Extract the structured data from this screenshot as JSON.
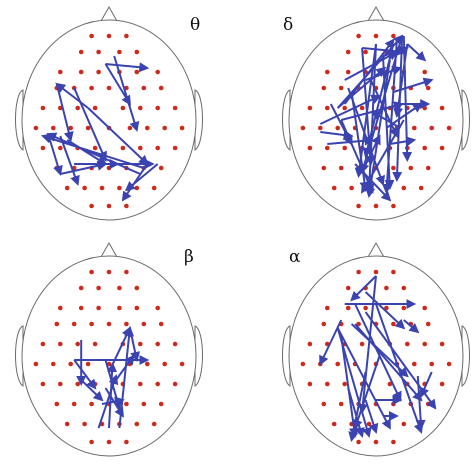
{
  "panels": [
    {
      "id": "theta",
      "label": "θ",
      "connections": [
        [
          0.53,
          0.18
        ],
        [
          0.66,
          0.55
        ],
        [
          0.48,
          0.22
        ],
        [
          0.62,
          0.42
        ],
        [
          0.48,
          0.22
        ],
        [
          0.72,
          0.24
        ],
        [
          0.38,
          0.44
        ],
        [
          0.2,
          0.32
        ],
        [
          0.2,
          0.32
        ],
        [
          0.28,
          0.6
        ],
        [
          0.3,
          0.72
        ],
        [
          0.55,
          0.72
        ],
        [
          0.3,
          0.72
        ],
        [
          0.75,
          0.72
        ],
        [
          0.48,
          0.72
        ],
        [
          0.75,
          0.72
        ],
        [
          0.68,
          0.77
        ],
        [
          0.15,
          0.57
        ],
        [
          0.15,
          0.57
        ],
        [
          0.22,
          0.77
        ],
        [
          0.22,
          0.77
        ],
        [
          0.48,
          0.72
        ],
        [
          0.38,
          0.44
        ],
        [
          0.72,
          0.72
        ],
        [
          0.72,
          0.72
        ],
        [
          0.58,
          0.9
        ],
        [
          0.78,
          0.72
        ],
        [
          0.6,
          0.85
        ],
        [
          0.3,
          0.34
        ],
        [
          0.48,
          0.7
        ],
        [
          0.26,
          0.6
        ],
        [
          0.48,
          0.72
        ],
        [
          0.22,
          0.58
        ],
        [
          0.32,
          0.82
        ],
        [
          0.7,
          0.74
        ],
        [
          0.12,
          0.58
        ]
      ]
    },
    {
      "id": "delta",
      "label": "δ",
      "connections": [
        [
          0.32,
          0.42
        ],
        [
          0.6,
          0.1
        ],
        [
          0.28,
          0.44
        ],
        [
          0.65,
          0.08
        ],
        [
          0.28,
          0.44
        ],
        [
          0.55,
          0.24
        ],
        [
          0.3,
          0.5
        ],
        [
          0.48,
          0.86
        ],
        [
          0.3,
          0.5
        ],
        [
          0.65,
          0.42
        ],
        [
          0.32,
          0.3
        ],
        [
          0.62,
          0.16
        ],
        [
          0.34,
          0.34
        ],
        [
          0.54,
          0.82
        ],
        [
          0.36,
          0.36
        ],
        [
          0.44,
          0.85
        ],
        [
          0.44,
          0.3
        ],
        [
          0.64,
          0.24
        ],
        [
          0.47,
          0.3
        ],
        [
          0.62,
          0.58
        ],
        [
          0.42,
          0.14
        ],
        [
          0.47,
          0.72
        ],
        [
          0.42,
          0.14
        ],
        [
          0.66,
          0.16
        ],
        [
          0.5,
          0.12
        ],
        [
          0.4,
          0.78
        ],
        [
          0.5,
          0.12
        ],
        [
          0.46,
          0.86
        ],
        [
          0.54,
          0.18
        ],
        [
          0.68,
          0.14
        ],
        [
          0.54,
          0.18
        ],
        [
          0.58,
          0.84
        ],
        [
          0.58,
          0.2
        ],
        [
          0.46,
          0.88
        ],
        [
          0.6,
          0.12
        ],
        [
          0.44,
          0.68
        ],
        [
          0.62,
          0.1
        ],
        [
          0.56,
          0.86
        ],
        [
          0.65,
          0.08
        ],
        [
          0.62,
          0.8
        ],
        [
          0.65,
          0.08
        ],
        [
          0.42,
          0.76
        ],
        [
          0.66,
          0.08
        ],
        [
          0.68,
          0.7
        ],
        [
          0.68,
          0.12
        ],
        [
          0.62,
          0.48
        ],
        [
          0.68,
          0.12
        ],
        [
          0.78,
          0.2
        ],
        [
          0.6,
          0.36
        ],
        [
          0.82,
          0.3
        ],
        [
          0.62,
          0.42
        ],
        [
          0.8,
          0.42
        ],
        [
          0.56,
          0.54
        ],
        [
          0.76,
          0.42
        ],
        [
          0.18,
          0.52
        ],
        [
          0.52,
          0.38
        ],
        [
          0.18,
          0.56
        ],
        [
          0.36,
          0.58
        ],
        [
          0.22,
          0.62
        ],
        [
          0.48,
          0.6
        ],
        [
          0.24,
          0.42
        ],
        [
          0.36,
          0.62
        ],
        [
          0.42,
          0.76
        ],
        [
          0.52,
          0.58
        ],
        [
          0.66,
          0.5
        ],
        [
          0.42,
          0.86
        ],
        [
          0.64,
          0.54
        ],
        [
          0.48,
          0.46
        ],
        [
          0.58,
          0.62
        ],
        [
          0.72,
          0.6
        ],
        [
          0.38,
          0.72
        ],
        [
          0.58,
          0.9
        ]
      ]
    },
    {
      "id": "beta",
      "label": "β",
      "connections": [
        [
          0.3,
          0.52
        ],
        [
          0.72,
          0.52
        ],
        [
          0.34,
          0.42
        ],
        [
          0.34,
          0.64
        ],
        [
          0.3,
          0.52
        ],
        [
          0.42,
          0.66
        ],
        [
          0.34,
          0.62
        ],
        [
          0.46,
          0.72
        ],
        [
          0.5,
          0.58
        ],
        [
          0.62,
          0.36
        ],
        [
          0.62,
          0.36
        ],
        [
          0.66,
          0.52
        ],
        [
          0.56,
          0.86
        ],
        [
          0.62,
          0.36
        ],
        [
          0.5,
          0.86
        ],
        [
          0.52,
          0.54
        ],
        [
          0.48,
          0.52
        ],
        [
          0.56,
          0.76
        ],
        [
          0.46,
          0.74
        ],
        [
          0.58,
          0.72
        ],
        [
          0.44,
          0.86
        ],
        [
          0.54,
          0.6
        ],
        [
          0.48,
          0.66
        ],
        [
          0.58,
          0.8
        ],
        [
          0.54,
          0.62
        ],
        [
          0.64,
          0.5
        ]
      ]
    },
    {
      "id": "alpha",
      "label": "α",
      "connections": [
        [
          0.32,
          0.24
        ],
        [
          0.72,
          0.24
        ],
        [
          0.38,
          0.24
        ],
        [
          0.64,
          0.72
        ],
        [
          0.5,
          0.1
        ],
        [
          0.42,
          0.78
        ],
        [
          0.5,
          0.1
        ],
        [
          0.36,
          0.22
        ],
        [
          0.44,
          0.18
        ],
        [
          0.66,
          0.36
        ],
        [
          0.3,
          0.32
        ],
        [
          0.18,
          0.54
        ],
        [
          0.28,
          0.36
        ],
        [
          0.58,
          0.86
        ],
        [
          0.28,
          0.36
        ],
        [
          0.46,
          0.9
        ],
        [
          0.3,
          0.4
        ],
        [
          0.38,
          0.9
        ],
        [
          0.36,
          0.34
        ],
        [
          0.68,
          0.6
        ],
        [
          0.38,
          0.34
        ],
        [
          0.76,
          0.72
        ],
        [
          0.44,
          0.28
        ],
        [
          0.84,
          0.76
        ],
        [
          0.5,
          0.24
        ],
        [
          0.76,
          0.88
        ],
        [
          0.34,
          0.66
        ],
        [
          0.42,
          0.9
        ],
        [
          0.44,
          0.58
        ],
        [
          0.36,
          0.92
        ],
        [
          0.52,
          0.5
        ],
        [
          0.38,
          0.86
        ],
        [
          0.5,
          0.72
        ],
        [
          0.64,
          0.72
        ],
        [
          0.54,
          0.8
        ],
        [
          0.62,
          0.8
        ],
        [
          0.44,
          0.72
        ],
        [
          0.5,
          0.88
        ],
        [
          0.74,
          0.6
        ],
        [
          0.76,
          0.86
        ],
        [
          0.82,
          0.58
        ],
        [
          0.76,
          0.7
        ],
        [
          0.66,
          0.32
        ],
        [
          0.74,
          0.38
        ]
      ]
    }
  ]
}
